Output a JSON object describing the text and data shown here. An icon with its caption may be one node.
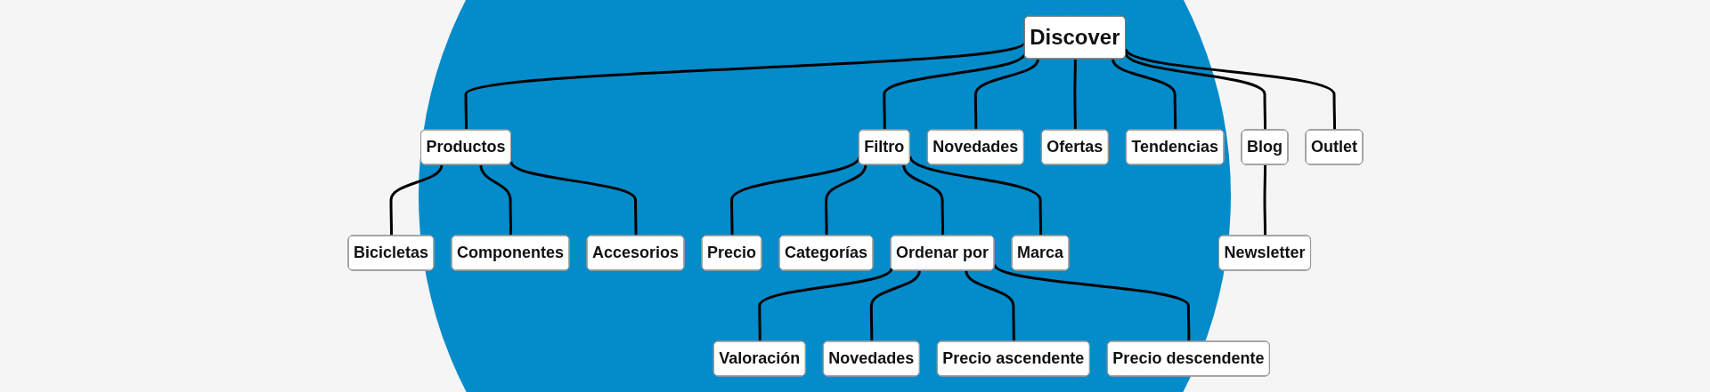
{
  "diagram": {
    "nodes": [
      {
        "text": [
          "Discover"
        ]
      },
      {
        "text": [
          "Productos"
        ]
      },
      {
        "text": [
          "Filtro"
        ]
      },
      {
        "text": [
          "Novedades"
        ]
      },
      {
        "text": [
          "Ofertas"
        ]
      },
      {
        "text": [
          "Tendencias"
        ]
      },
      {
        "text": [
          "Blog"
        ]
      },
      {
        "text": [
          "Outlet"
        ]
      },
      {
        "text": [
          "Bicicletas"
        ]
      },
      {
        "text": [
          "Componentes"
        ]
      },
      {
        "text": [
          "Accesorios"
        ]
      },
      {
        "text": [
          "Precio"
        ]
      },
      {
        "text": [
          "Categorías"
        ]
      },
      {
        "text": [
          "Ordenar por"
        ]
      },
      {
        "text": [
          "Marca"
        ]
      },
      {
        "text": [
          "Valoración"
        ]
      },
      {
        "text": [
          "Novedades"
        ]
      },
      {
        "text": [
          "Precio ascendente"
        ]
      },
      {
        "text": [
          "Precio descendente"
        ]
      },
      {
        "text": [
          "Newsletter"
        ]
      }
    ],
    "edges": [
      {
        "from": 0,
        "to": 1,
        "arrow": "none"
      },
      {
        "from": 0,
        "to": 2,
        "arrow": "none"
      },
      {
        "from": 0,
        "to": 3,
        "arrow": "none"
      },
      {
        "from": 0,
        "to": 4,
        "arrow": "none"
      },
      {
        "from": 0,
        "to": 5,
        "arrow": "none"
      },
      {
        "from": 0,
        "to": 6,
        "arrow": "none"
      },
      {
        "from": 0,
        "to": 7,
        "arrow": "none"
      },
      {
        "from": 1,
        "to": 8,
        "arrow": "none"
      },
      {
        "from": 1,
        "to": 9,
        "arrow": "none"
      },
      {
        "from": 1,
        "to": 10,
        "arrow": "none"
      },
      {
        "from": 2,
        "to": 11,
        "arrow": "none"
      },
      {
        "from": 2,
        "to": 12,
        "arrow": "none"
      },
      {
        "from": 2,
        "to": 13,
        "arrow": "none"
      },
      {
        "from": 2,
        "to": 14,
        "arrow": "none"
      },
      {
        "from": 13,
        "to": 15,
        "arrow": "none"
      },
      {
        "from": 13,
        "to": 16,
        "arrow": "none"
      },
      {
        "from": 13,
        "to": 17,
        "arrow": "none"
      },
      {
        "from": 13,
        "to": 18,
        "arrow": "none"
      },
      {
        "from": 6,
        "to": 19,
        "arrow": "none"
      }
    ]
  }
}
